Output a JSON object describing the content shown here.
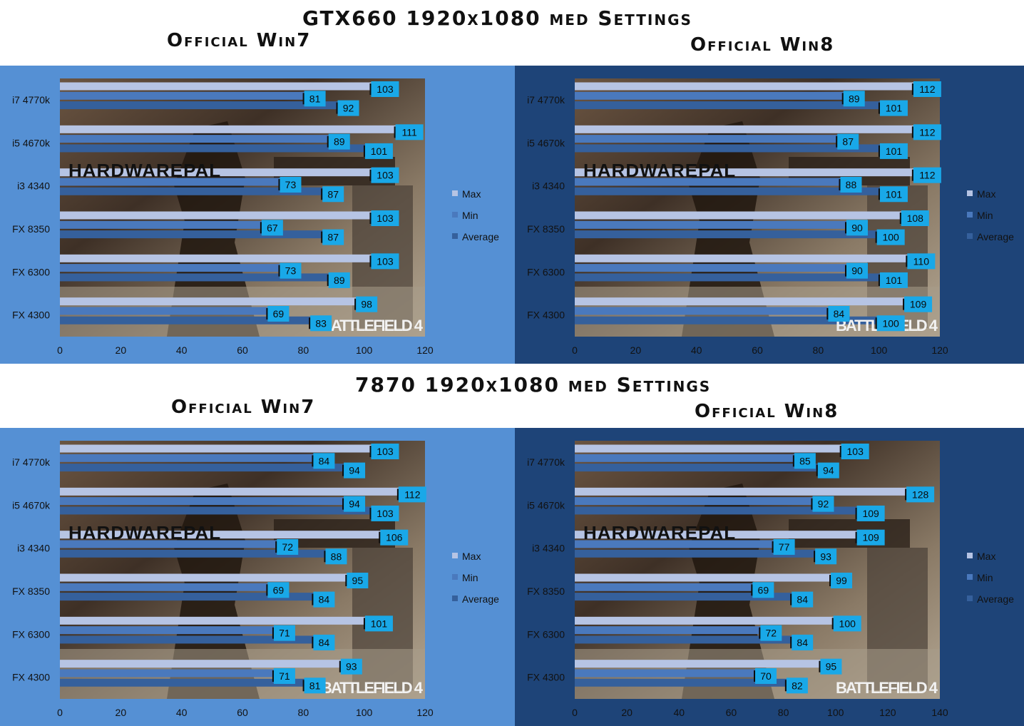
{
  "titles": {
    "top": "GTX660   1920x1080  med Settings",
    "bottom": "7870 1920x1080  med Settings",
    "win7_top": "Official Win7",
    "win8_top": "Official Win8",
    "win7_bottom": "Official Win7",
    "win8_bottom": "Official Win8"
  },
  "colors": {
    "max": "#b6c4e4",
    "min": "#4a79bd",
    "average": "#35609c",
    "label_box": "#19a8e8",
    "panel_light": "#5590d4",
    "panel_dark": "#1e4478"
  },
  "chart_data": [
    {
      "type": "bar",
      "orientation": "horizontal",
      "categories": [
        "i7 4770k",
        "i5 4670k",
        "i3 4340",
        "FX 8350",
        "FX 6300",
        "FX 4300"
      ],
      "series": [
        {
          "name": "Max",
          "values": [
            103,
            111,
            103,
            103,
            103,
            98
          ]
        },
        {
          "name": "Min",
          "values": [
            81,
            89,
            73,
            67,
            73,
            69
          ]
        },
        {
          "name": "Average",
          "values": [
            92,
            101,
            87,
            87,
            89,
            83
          ]
        }
      ],
      "xlim": [
        0,
        120
      ],
      "xticks": [
        0,
        20,
        40,
        60,
        80,
        100,
        120
      ],
      "watermark": "HARDWAREPAL",
      "logo": "BATTLEFIELD 4",
      "legend": "right"
    },
    {
      "type": "bar",
      "orientation": "horizontal",
      "categories": [
        "i7 4770k",
        "i5 4670k",
        "i3 4340",
        "FX 8350",
        "FX 6300",
        "FX 4300"
      ],
      "series": [
        {
          "name": "Max",
          "values": [
            112,
            112,
            112,
            108,
            110,
            109
          ]
        },
        {
          "name": "Min",
          "values": [
            89,
            87,
            88,
            90,
            90,
            84
          ]
        },
        {
          "name": "Average",
          "values": [
            101,
            101,
            101,
            100,
            101,
            100
          ]
        }
      ],
      "xlim": [
        0,
        120
      ],
      "xticks": [
        0,
        20,
        40,
        60,
        80,
        100,
        120
      ],
      "watermark": "HARDWAREPAL",
      "logo": "BATTLEFIELD 4",
      "legend": "right"
    },
    {
      "type": "bar",
      "orientation": "horizontal",
      "categories": [
        "i7 4770k",
        "i5 4670k",
        "i3 4340",
        "FX 8350",
        "FX 6300",
        "FX 4300"
      ],
      "series": [
        {
          "name": "Max",
          "values": [
            103,
            112,
            106,
            95,
            101,
            93
          ]
        },
        {
          "name": "Min",
          "values": [
            84,
            94,
            72,
            69,
            71,
            71
          ]
        },
        {
          "name": "Average",
          "values": [
            94,
            103,
            88,
            84,
            84,
            81
          ]
        }
      ],
      "xlim": [
        0,
        120
      ],
      "xticks": [
        0,
        20,
        40,
        60,
        80,
        100,
        120
      ],
      "watermark": "HARDWAREPAL",
      "logo": "BATTLEFIELD 4",
      "legend": "right"
    },
    {
      "type": "bar",
      "orientation": "horizontal",
      "categories": [
        "i7 4770k",
        "i5 4670k",
        "i3 4340",
        "FX 8350",
        "FX 6300",
        "FX 4300"
      ],
      "series": [
        {
          "name": "Max",
          "values": [
            103,
            128,
            109,
            99,
            100,
            95
          ]
        },
        {
          "name": "Min",
          "values": [
            85,
            92,
            77,
            69,
            72,
            70
          ]
        },
        {
          "name": "Average",
          "values": [
            94,
            109,
            93,
            84,
            84,
            82
          ]
        }
      ],
      "xlim": [
        0,
        140
      ],
      "xticks": [
        0,
        20,
        40,
        60,
        80,
        100,
        120,
        140
      ],
      "watermark": "HARDWAREPAL",
      "logo": "BATTLEFIELD 4",
      "legend": "right"
    }
  ]
}
